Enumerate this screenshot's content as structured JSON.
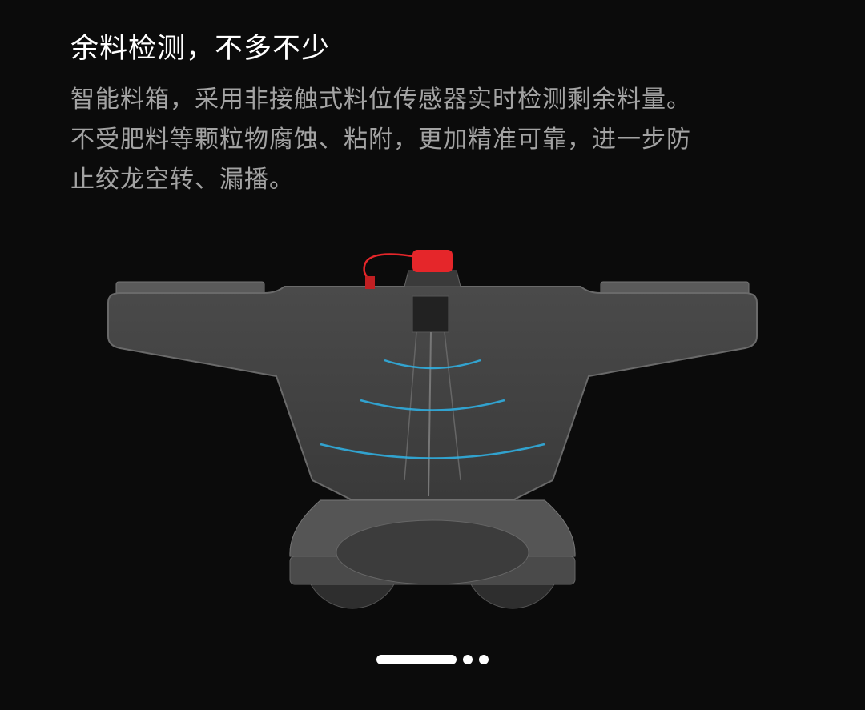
{
  "title": "余料检测，不多不少",
  "description": [
    "智能料箱，采用非接触式料位传感器实时检测剩余料量。",
    "不受肥料等颗粒物腐蚀、粘附，更加精准可靠，进一步防",
    "止绞龙空转、漏播。"
  ],
  "pager": {
    "total": 3,
    "current": 1
  },
  "colors": {
    "background": "#0b0b0b",
    "accent_cap": "#e5262a",
    "sensor_wave": "#2fb4e8"
  }
}
